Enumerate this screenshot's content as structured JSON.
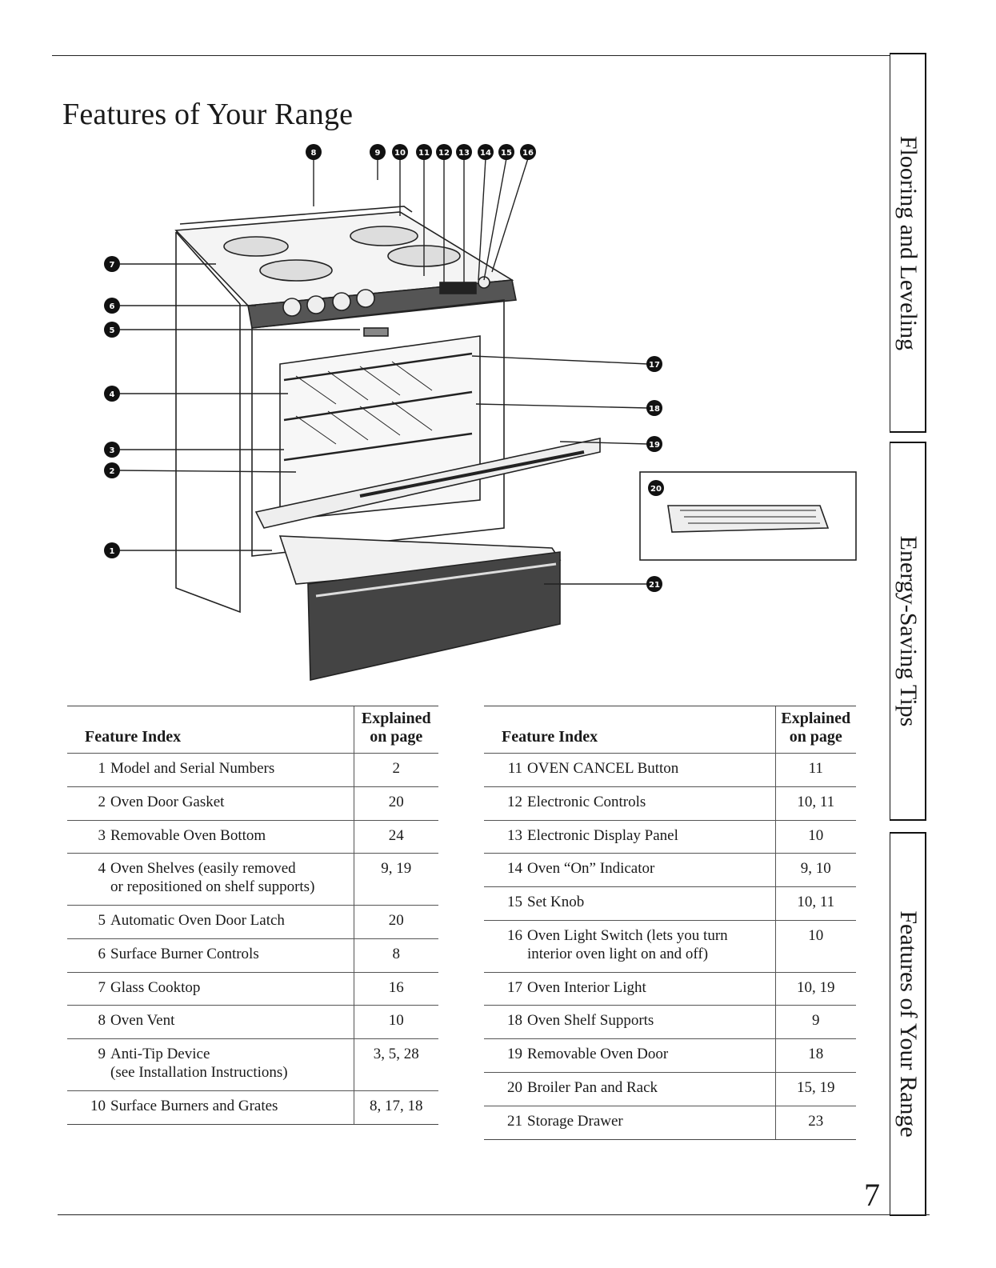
{
  "page_title": "Features of Your Range",
  "page_number": "7",
  "side_tabs": [
    {
      "label": "Flooring and Leveling"
    },
    {
      "label": "Energy-Saving Tips"
    },
    {
      "label": "Features of Your Range"
    }
  ],
  "diagram": {
    "callouts": [
      "1",
      "2",
      "3",
      "4",
      "5",
      "6",
      "7",
      "8",
      "9",
      "10",
      "11",
      "12",
      "13",
      "14",
      "15",
      "16",
      "17",
      "18",
      "19",
      "20",
      "21"
    ]
  },
  "feature_tables": [
    {
      "header_feature": "Feature Index",
      "header_page_line1": "Explained",
      "header_page_line2": "on page",
      "rows": [
        {
          "num": "1",
          "text": "Model and Serial Numbers",
          "text2": "",
          "pages": "2"
        },
        {
          "num": "2",
          "text": "Oven Door Gasket",
          "text2": "",
          "pages": "20"
        },
        {
          "num": "3",
          "text": "Removable Oven Bottom",
          "text2": "",
          "pages": "24"
        },
        {
          "num": "4",
          "text": "Oven Shelves (easily removed",
          "text2": "or repositioned on shelf supports)",
          "pages": "9, 19"
        },
        {
          "num": "5",
          "text": "Automatic Oven Door Latch",
          "text2": "",
          "pages": "20"
        },
        {
          "num": "6",
          "text": "Surface Burner Controls",
          "text2": "",
          "pages": "8"
        },
        {
          "num": "7",
          "text": "Glass Cooktop",
          "text2": "",
          "pages": "16"
        },
        {
          "num": "8",
          "text": "Oven Vent",
          "text2": "",
          "pages": "10"
        },
        {
          "num": "9",
          "text": "Anti-Tip Device",
          "text2": "(see Installation Instructions)",
          "pages": "3, 5, 28"
        },
        {
          "num": "10",
          "text": "Surface Burners and Grates",
          "text2": "",
          "pages": "8, 17, 18"
        }
      ]
    },
    {
      "header_feature": "Feature Index",
      "header_page_line1": "Explained",
      "header_page_line2": "on page",
      "rows": [
        {
          "num": "11",
          "text": "OVEN CANCEL Button",
          "text2": "",
          "pages": "11"
        },
        {
          "num": "12",
          "text": "Electronic Controls",
          "text2": "",
          "pages": "10, 11"
        },
        {
          "num": "13",
          "text": "Electronic Display Panel",
          "text2": "",
          "pages": "10"
        },
        {
          "num": "14",
          "text": "Oven “On” Indicator",
          "text2": "",
          "pages": "9, 10"
        },
        {
          "num": "15",
          "text": "Set Knob",
          "text2": "",
          "pages": "10, 11"
        },
        {
          "num": "16",
          "text": "Oven Light Switch (lets you turn",
          "text2": "interior oven light on and off)",
          "pages": "10"
        },
        {
          "num": "17",
          "text": "Oven Interior Light",
          "text2": "",
          "pages": "10, 19"
        },
        {
          "num": "18",
          "text": "Oven Shelf Supports",
          "text2": "",
          "pages": "9"
        },
        {
          "num": "19",
          "text": "Removable Oven Door",
          "text2": "",
          "pages": "18"
        },
        {
          "num": "20",
          "text": "Broiler Pan and Rack",
          "text2": "",
          "pages": "15, 19"
        },
        {
          "num": "21",
          "text": "Storage Drawer",
          "text2": "",
          "pages": "23"
        }
      ]
    }
  ]
}
